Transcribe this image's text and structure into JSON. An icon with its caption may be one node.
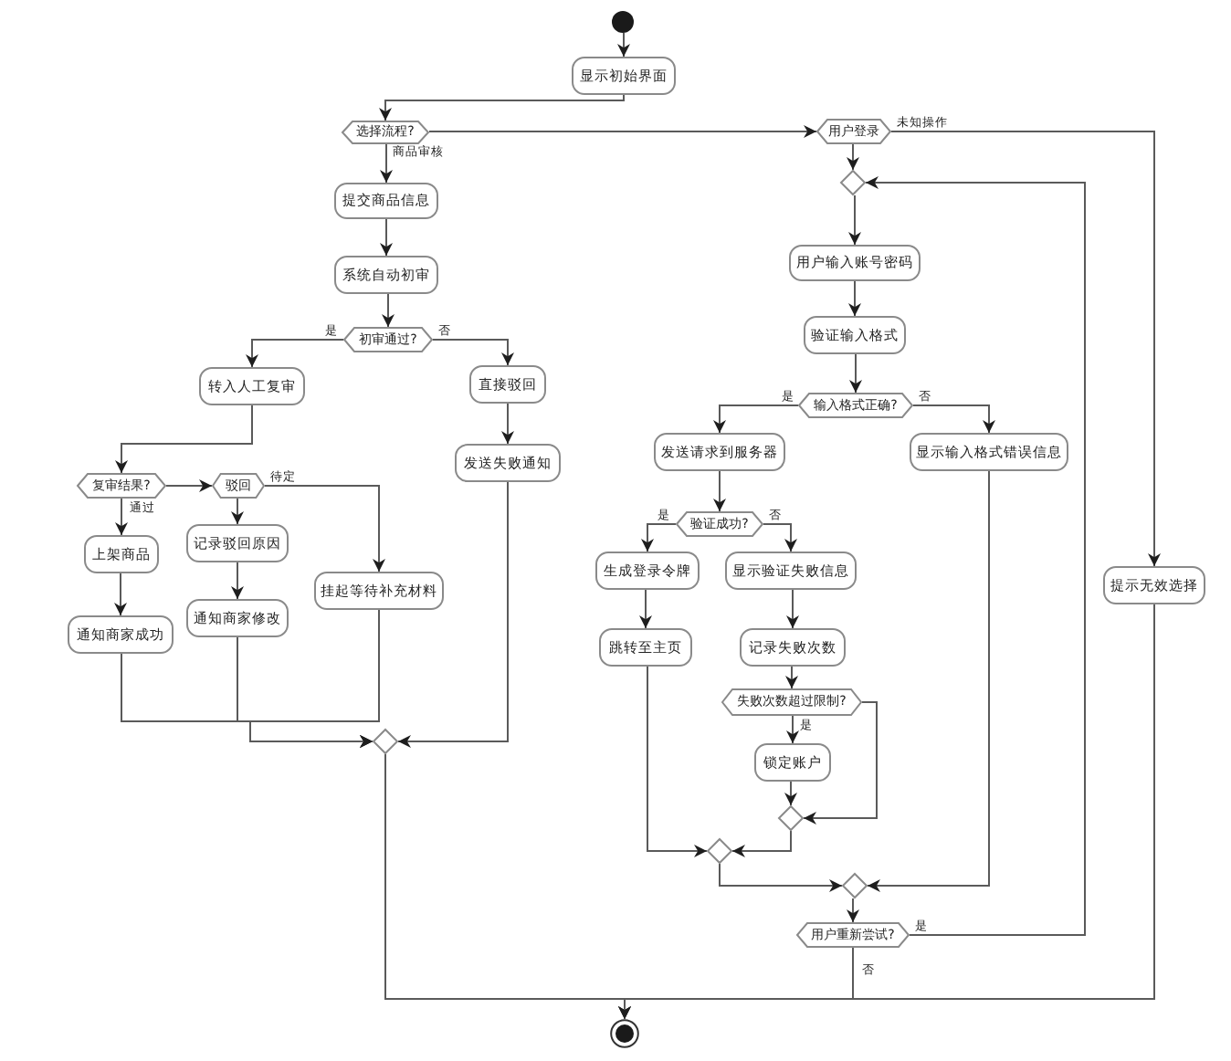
{
  "diagram": {
    "nodes": [
      {
        "text": [],
        "shape": "circle"
      },
      {
        "text": [
          "显示初始界面"
        ]
      },
      {
        "text": [
          "选择流程?"
        ]
      },
      {
        "text": [
          "用户登录"
        ]
      },
      {
        "text": [],
        "shape": "diamond"
      },
      {
        "text": [
          "提交商品信息"
        ]
      },
      {
        "text": [
          "用户输入账号密码"
        ]
      },
      {
        "text": [
          "系统自动初审"
        ]
      },
      {
        "text": [
          "验证输入格式"
        ]
      },
      {
        "text": [
          "初审通过?"
        ]
      },
      {
        "text": [
          "转入人工复审"
        ]
      },
      {
        "text": [
          "直接驳回"
        ]
      },
      {
        "text": [
          "输入格式正确?"
        ]
      },
      {
        "text": [
          "发送请求到服务器"
        ]
      },
      {
        "text": [
          "显示输入格式错误信息"
        ]
      },
      {
        "text": [
          "发送失败通知"
        ]
      },
      {
        "text": [
          "复审结果?"
        ]
      },
      {
        "text": [
          "驳回"
        ]
      },
      {
        "text": [
          "验证成功?"
        ]
      },
      {
        "text": [
          "记录驳回原因"
        ]
      },
      {
        "text": [
          "上架商品"
        ]
      },
      {
        "text": [
          "生成登录令牌"
        ]
      },
      {
        "text": [
          "显示验证失败信息"
        ]
      },
      {
        "text": [
          "提示无效选择"
        ]
      },
      {
        "text": [
          "挂起等待补充材料"
        ]
      },
      {
        "text": [
          "通知商家修改"
        ]
      },
      {
        "text": [
          "通知商家成功"
        ]
      },
      {
        "text": [
          "跳转至主页"
        ]
      },
      {
        "text": [
          "记录失败次数"
        ]
      },
      {
        "text": [
          "失败次数超过限制?"
        ]
      },
      {
        "text": [],
        "shape": "diamond"
      },
      {
        "text": [
          "锁定账户"
        ]
      },
      {
        "text": [],
        "shape": "diamond"
      },
      {
        "text": [],
        "shape": "diamond"
      },
      {
        "text": [],
        "shape": "diamond"
      },
      {
        "text": [
          "用户重新尝试?"
        ]
      },
      {
        "text": [],
        "shape": "circle"
      }
    ],
    "edges": [
      {
        "from": 0,
        "to": 1,
        "arrow": "to"
      },
      {
        "from": 1,
        "to": 2,
        "arrow": "to"
      },
      {
        "from": 2,
        "to": 5,
        "arrow": "to",
        "label": "商品审核"
      },
      {
        "from": 2,
        "to": 3,
        "arrow": "to"
      },
      {
        "from": 3,
        "to": 4,
        "arrow": "to"
      },
      {
        "from": 3,
        "to": 23,
        "arrow": "to",
        "label": "未知操作"
      },
      {
        "from": 5,
        "to": 7,
        "arrow": "to"
      },
      {
        "from": 7,
        "to": 9,
        "arrow": "to"
      },
      {
        "from": 9,
        "to": 10,
        "arrow": "to",
        "label": "是"
      },
      {
        "from": 9,
        "to": 11,
        "arrow": "to",
        "label": "否"
      },
      {
        "from": 11,
        "to": 15,
        "arrow": "to"
      },
      {
        "from": 10,
        "to": 16,
        "arrow": "to"
      },
      {
        "from": 16,
        "to": 20,
        "arrow": "to",
        "label": "通过"
      },
      {
        "from": 16,
        "to": 17,
        "arrow": "to"
      },
      {
        "from": 17,
        "to": 19,
        "arrow": "to"
      },
      {
        "from": 17,
        "to": 24,
        "arrow": "to",
        "label": "待定"
      },
      {
        "from": 20,
        "to": 26,
        "arrow": "to"
      },
      {
        "from": 19,
        "to": 25,
        "arrow": "to"
      },
      {
        "from": 26,
        "to": 30,
        "arrow": "to"
      },
      {
        "from": 25,
        "to": 30,
        "arrow": "to"
      },
      {
        "from": 24,
        "to": 30,
        "arrow": "to"
      },
      {
        "from": 15,
        "to": 30,
        "arrow": "to"
      },
      {
        "from": 30,
        "to": 36,
        "arrow": "to"
      },
      {
        "from": 4,
        "to": 6,
        "arrow": "to"
      },
      {
        "from": 6,
        "to": 8,
        "arrow": "to"
      },
      {
        "from": 8,
        "to": 12,
        "arrow": "to"
      },
      {
        "from": 12,
        "to": 13,
        "arrow": "to",
        "label": "是"
      },
      {
        "from": 12,
        "to": 14,
        "arrow": "to",
        "label": "否"
      },
      {
        "from": 13,
        "to": 18,
        "arrow": "to"
      },
      {
        "from": 18,
        "to": 21,
        "arrow": "to",
        "label": "是"
      },
      {
        "from": 18,
        "to": 22,
        "arrow": "to",
        "label": "否"
      },
      {
        "from": 21,
        "to": 27,
        "arrow": "to"
      },
      {
        "from": 22,
        "to": 28,
        "arrow": "to"
      },
      {
        "from": 28,
        "to": 29,
        "arrow": "to"
      },
      {
        "from": 29,
        "to": 31,
        "arrow": "to",
        "label": "是"
      },
      {
        "from": 29,
        "to": 32,
        "arrow": "to"
      },
      {
        "from": 31,
        "to": 32,
        "arrow": "to"
      },
      {
        "from": 27,
        "to": 33,
        "arrow": "to"
      },
      {
        "from": 32,
        "to": 33,
        "arrow": "to"
      },
      {
        "from": 33,
        "to": 34,
        "arrow": "to"
      },
      {
        "from": 14,
        "to": 34,
        "arrow": "to"
      },
      {
        "from": 34,
        "to": 35,
        "arrow": "to"
      },
      {
        "from": 35,
        "to": 4,
        "arrow": "to",
        "label": "是"
      },
      {
        "from": 35,
        "to": 36,
        "arrow": "to",
        "label": "否"
      },
      {
        "from": 23,
        "to": 36,
        "arrow": "to"
      }
    ]
  }
}
